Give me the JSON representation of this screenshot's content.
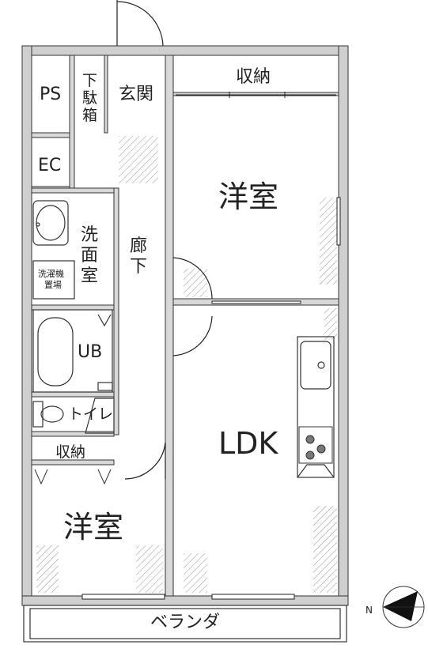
{
  "rooms": {
    "ps": "PS",
    "shoe_box": "下駄箱",
    "entrance": "玄関",
    "storage_top": "収納",
    "ec": "EC",
    "bedroom_north": "洋室",
    "washroom": "洗面室",
    "washer_space": "洗濯機置場",
    "hallway": "廊下",
    "bath": "UB",
    "toilet": "トイレ",
    "ldk": "LDK",
    "storage_bottom": "収納",
    "bedroom_south": "洋室",
    "veranda": "ベランダ"
  },
  "compass": {
    "north": "N"
  },
  "colors": {
    "wall": "#c8c8c8",
    "line": "#222222",
    "background": "#ffffff"
  }
}
